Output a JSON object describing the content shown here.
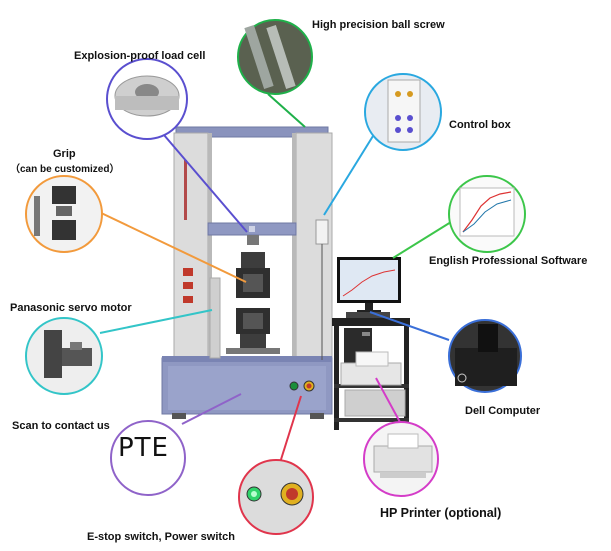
{
  "labels": {
    "ball_screw": "High precision ball screw",
    "load_cell": "Explosion-proof load cell",
    "control_box": "Control box",
    "grip_line1": "Grip",
    "grip_line2": "（can be customized）",
    "software": "English Professional Software",
    "servo_motor": "Panasonic servo motor",
    "computer": "Dell Computer",
    "contact": "Scan to contact us",
    "printer": "HP Printer (optional)",
    "switches": "E-stop switch, Power switch"
  },
  "qr_text": "PTE",
  "colors": {
    "ball_screw_line": "#1fb04a",
    "load_cell_line": "#5a4fcf",
    "control_box_line": "#2aa8e0",
    "grip_line": "#f29a3c",
    "software_line": "#3cc64a",
    "servo_line": "#33c5c8",
    "computer_line": "#3a6fd8",
    "contact_line": "#8f63c9",
    "printer_line": "#d43cc8",
    "switch_line": "#e0354c",
    "machine_frame": "#d9d9d9",
    "machine_base": "#8f98c2"
  },
  "icons": [
    "ball-screw-photo",
    "load-cell-photo",
    "control-box-photo",
    "grip-photo",
    "software-screen-photo",
    "servo-motor-photo",
    "dell-computer-photo",
    "qr-code",
    "hp-printer-photo",
    "switch-buttons-photo"
  ]
}
